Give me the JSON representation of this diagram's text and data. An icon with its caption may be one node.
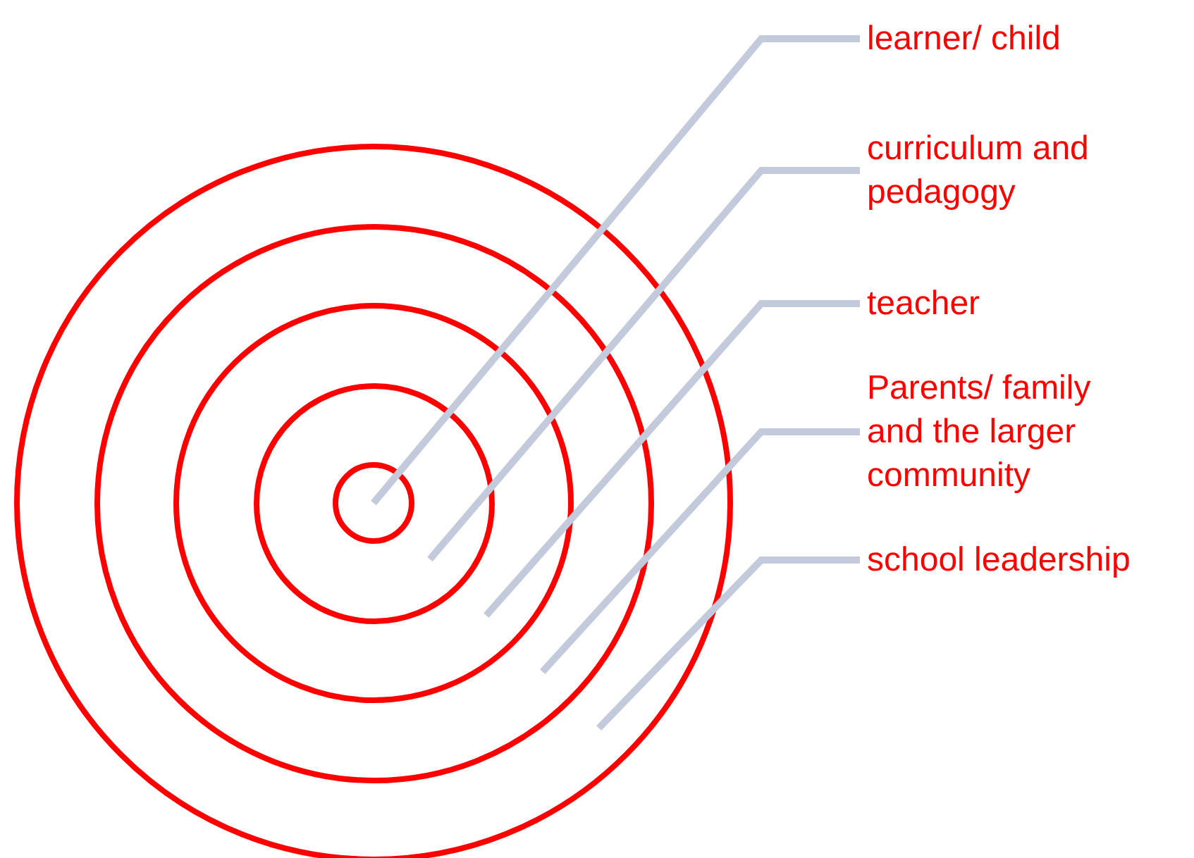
{
  "diagram": {
    "nodes": [
      {
        "text": [],
        "shape": "circle"
      },
      {
        "text": [],
        "shape": "circle",
        "in": 0
      },
      {
        "text": [],
        "shape": "circle",
        "in": 1
      },
      {
        "text": [],
        "shape": "circle",
        "in": 2
      },
      {
        "text": [],
        "shape": "circle",
        "in": 3
      },
      {
        "text": [
          "learner/ child"
        ]
      },
      {
        "text": [
          "curriculum and pedagogy"
        ]
      },
      {
        "text": [
          "teacher"
        ]
      },
      {
        "text": [
          "Parents/ family and the larger community"
        ]
      },
      {
        "text": [
          "school leadership"
        ]
      }
    ],
    "edges": [
      {
        "from": 5,
        "to": 4,
        "arrow": "none"
      },
      {
        "from": 6,
        "to": 3,
        "arrow": "none"
      },
      {
        "from": 7,
        "to": 2,
        "arrow": "none"
      },
      {
        "from": 8,
        "to": 1,
        "arrow": "none"
      },
      {
        "from": 9,
        "to": 0,
        "arrow": "none"
      }
    ]
  }
}
